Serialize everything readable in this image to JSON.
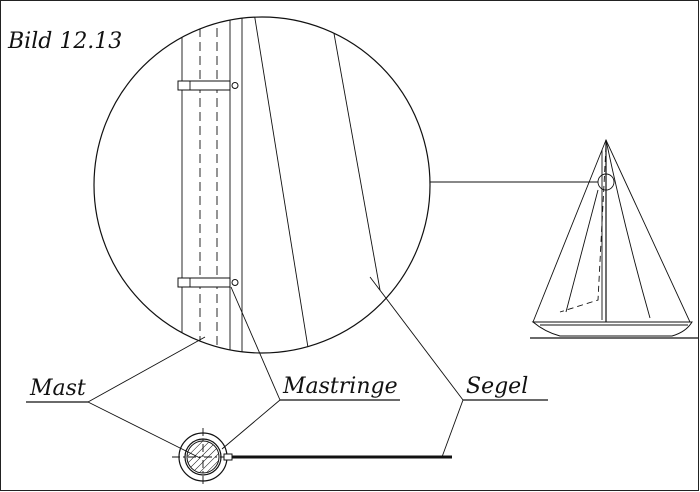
{
  "figure": {
    "title": "Bild 12.13",
    "labels": {
      "mast": "Mast",
      "rings": "Mastringe",
      "sail": "Segel"
    }
  }
}
